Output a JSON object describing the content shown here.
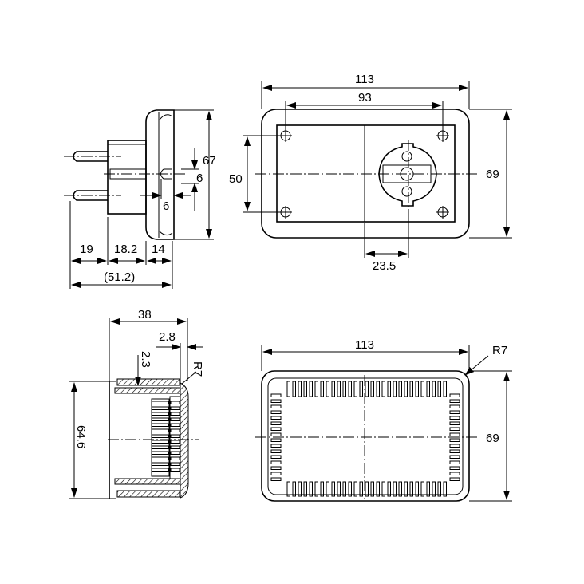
{
  "views": {
    "side_plug": {
      "dim_height": "67",
      "dim_pin_gap": "6",
      "dim_pin_offset": "6",
      "dim_pin_length": "19",
      "dim_body": "18.2",
      "dim_plate": "14",
      "dim_total": "(51.2)"
    },
    "front_socket": {
      "dim_width": "113",
      "dim_screw_spacing_x": "93",
      "dim_screw_spacing_y": "50",
      "dim_height": "69",
      "dim_socket_offset": "23.5"
    },
    "section": {
      "dim_depth": "38",
      "dim_wall_side": "2.8",
      "dim_wall_top": "2.3",
      "dim_radius": "R7",
      "dim_height": "64.6"
    },
    "back_vents": {
      "dim_width": "113",
      "dim_height": "69",
      "dim_radius": "R7"
    }
  }
}
